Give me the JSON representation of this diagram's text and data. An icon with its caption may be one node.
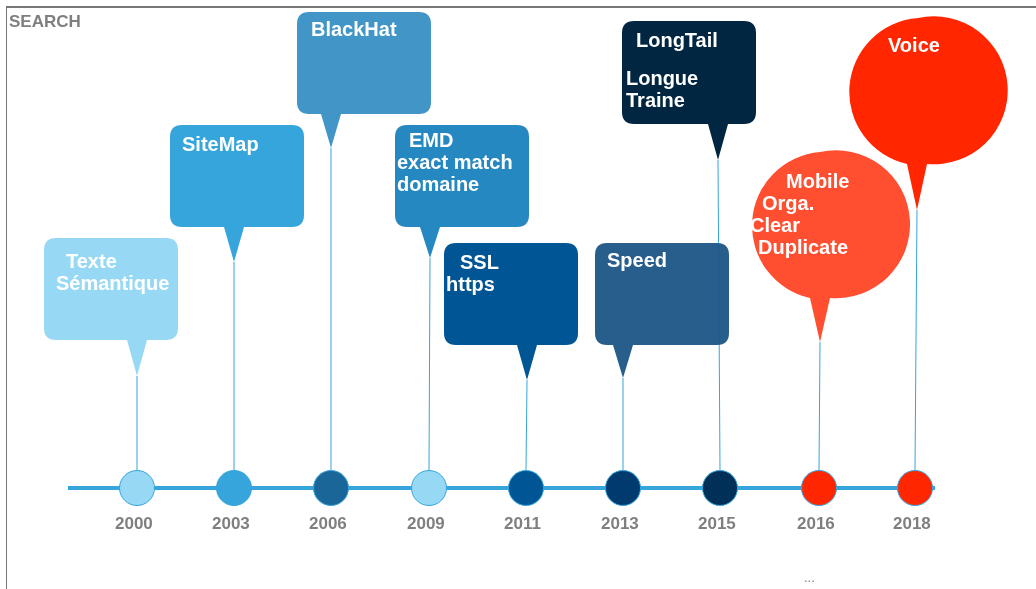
{
  "diagram": {
    "title": "SEARCH",
    "nodes": [
      {
        "text": [
          "Texte",
          "Sémantique"
        ]
      },
      {
        "text": [
          "SiteMap"
        ]
      },
      {
        "text": [
          "BlackHat"
        ]
      },
      {
        "text": [
          "EMD",
          "exact match domaine"
        ]
      },
      {
        "text": [
          "SSL",
          "https"
        ]
      },
      {
        "text": [
          "Speed"
        ]
      },
      {
        "text": [
          "LongTail",
          "Longue Traine"
        ]
      },
      {
        "text": [
          "Mobile",
          "Orga.",
          "Clear",
          "Duplicate"
        ]
      },
      {
        "text": [
          "Voice"
        ]
      },
      {
        "text": [],
        "shape": "circle",
        "beside": [
          "2000"
        ]
      },
      {
        "text": [],
        "shape": "circle",
        "beside": [
          "2003"
        ]
      },
      {
        "text": [],
        "shape": "circle",
        "beside": [
          "2006"
        ]
      },
      {
        "text": [],
        "shape": "circle",
        "beside": [
          "2009"
        ]
      },
      {
        "text": [],
        "shape": "circle",
        "beside": [
          "2011"
        ]
      },
      {
        "text": [],
        "shape": "circle",
        "beside": [
          "2013"
        ]
      },
      {
        "text": [],
        "shape": "circle",
        "beside": [
          "2015"
        ]
      },
      {
        "text": [],
        "shape": "circle",
        "beside": [
          "2016"
        ]
      },
      {
        "text": [],
        "shape": "circle",
        "beside": [
          "2018"
        ]
      }
    ],
    "edges": [
      {
        "from": 0,
        "to": 9,
        "arrow": "none"
      },
      {
        "from": 1,
        "to": 10,
        "arrow": "none"
      },
      {
        "from": 2,
        "to": 11,
        "arrow": "none"
      },
      {
        "from": 3,
        "to": 12,
        "arrow": "none"
      },
      {
        "from": 4,
        "to": 13,
        "arrow": "none"
      },
      {
        "from": 5,
        "to": 14,
        "arrow": "none"
      },
      {
        "from": 6,
        "to": 15,
        "arrow": "none"
      },
      {
        "from": 7,
        "to": 16,
        "arrow": "none"
      },
      {
        "from": 8,
        "to": 17,
        "arrow": "none"
      }
    ],
    "labels": [
      "..."
    ]
  }
}
